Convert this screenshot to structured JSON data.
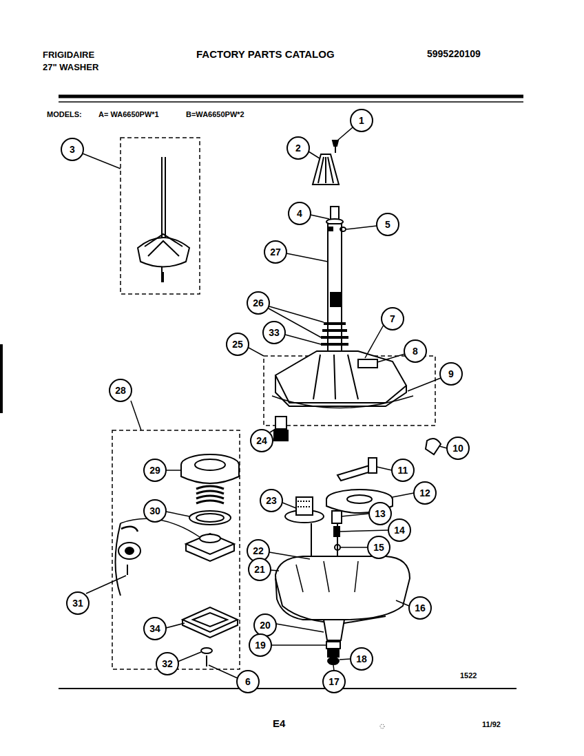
{
  "diagram": {
    "title": "FACTORY PARTS CATALOG",
    "nodes": [
      {
        "text": [
          "1"
        ]
      },
      {
        "text": [
          "2"
        ]
      },
      {
        "text": [
          "3"
        ]
      },
      {
        "text": [
          "4"
        ]
      },
      {
        "text": [
          "5"
        ]
      },
      {
        "text": [
          "27"
        ]
      },
      {
        "text": [
          "26"
        ]
      },
      {
        "text": [
          "7"
        ]
      },
      {
        "text": [
          "33"
        ]
      },
      {
        "text": [
          "25"
        ]
      },
      {
        "text": [
          "8"
        ]
      },
      {
        "text": [
          "9"
        ]
      },
      {
        "text": [
          "28"
        ]
      },
      {
        "text": [
          "24"
        ]
      },
      {
        "text": [
          "10"
        ]
      },
      {
        "text": [
          "29"
        ]
      },
      {
        "text": [
          "11"
        ]
      },
      {
        "text": [
          "12"
        ]
      },
      {
        "text": [
          "23"
        ]
      },
      {
        "text": [
          "30"
        ]
      },
      {
        "text": [
          "13"
        ]
      },
      {
        "text": [
          "14"
        ]
      },
      {
        "text": [
          "15"
        ]
      },
      {
        "text": [
          "22"
        ]
      },
      {
        "text": [
          "21"
        ]
      },
      {
        "text": [
          "31"
        ]
      },
      {
        "text": [
          "16"
        ]
      },
      {
        "text": [
          "20"
        ]
      },
      {
        "text": [
          "34"
        ]
      },
      {
        "text": [
          "19"
        ]
      },
      {
        "text": [
          "18"
        ]
      },
      {
        "text": [
          "32"
        ]
      },
      {
        "text": [
          "6"
        ]
      },
      {
        "text": [
          "17"
        ]
      }
    ],
    "labels": [
      "FRIGIDAIRE",
      "27\" WASHER",
      "5995220109",
      "MODELS:",
      "A= WA6650PW*1",
      "B=WA6650PW*2",
      "1522",
      "E4",
      "11/92"
    ]
  }
}
